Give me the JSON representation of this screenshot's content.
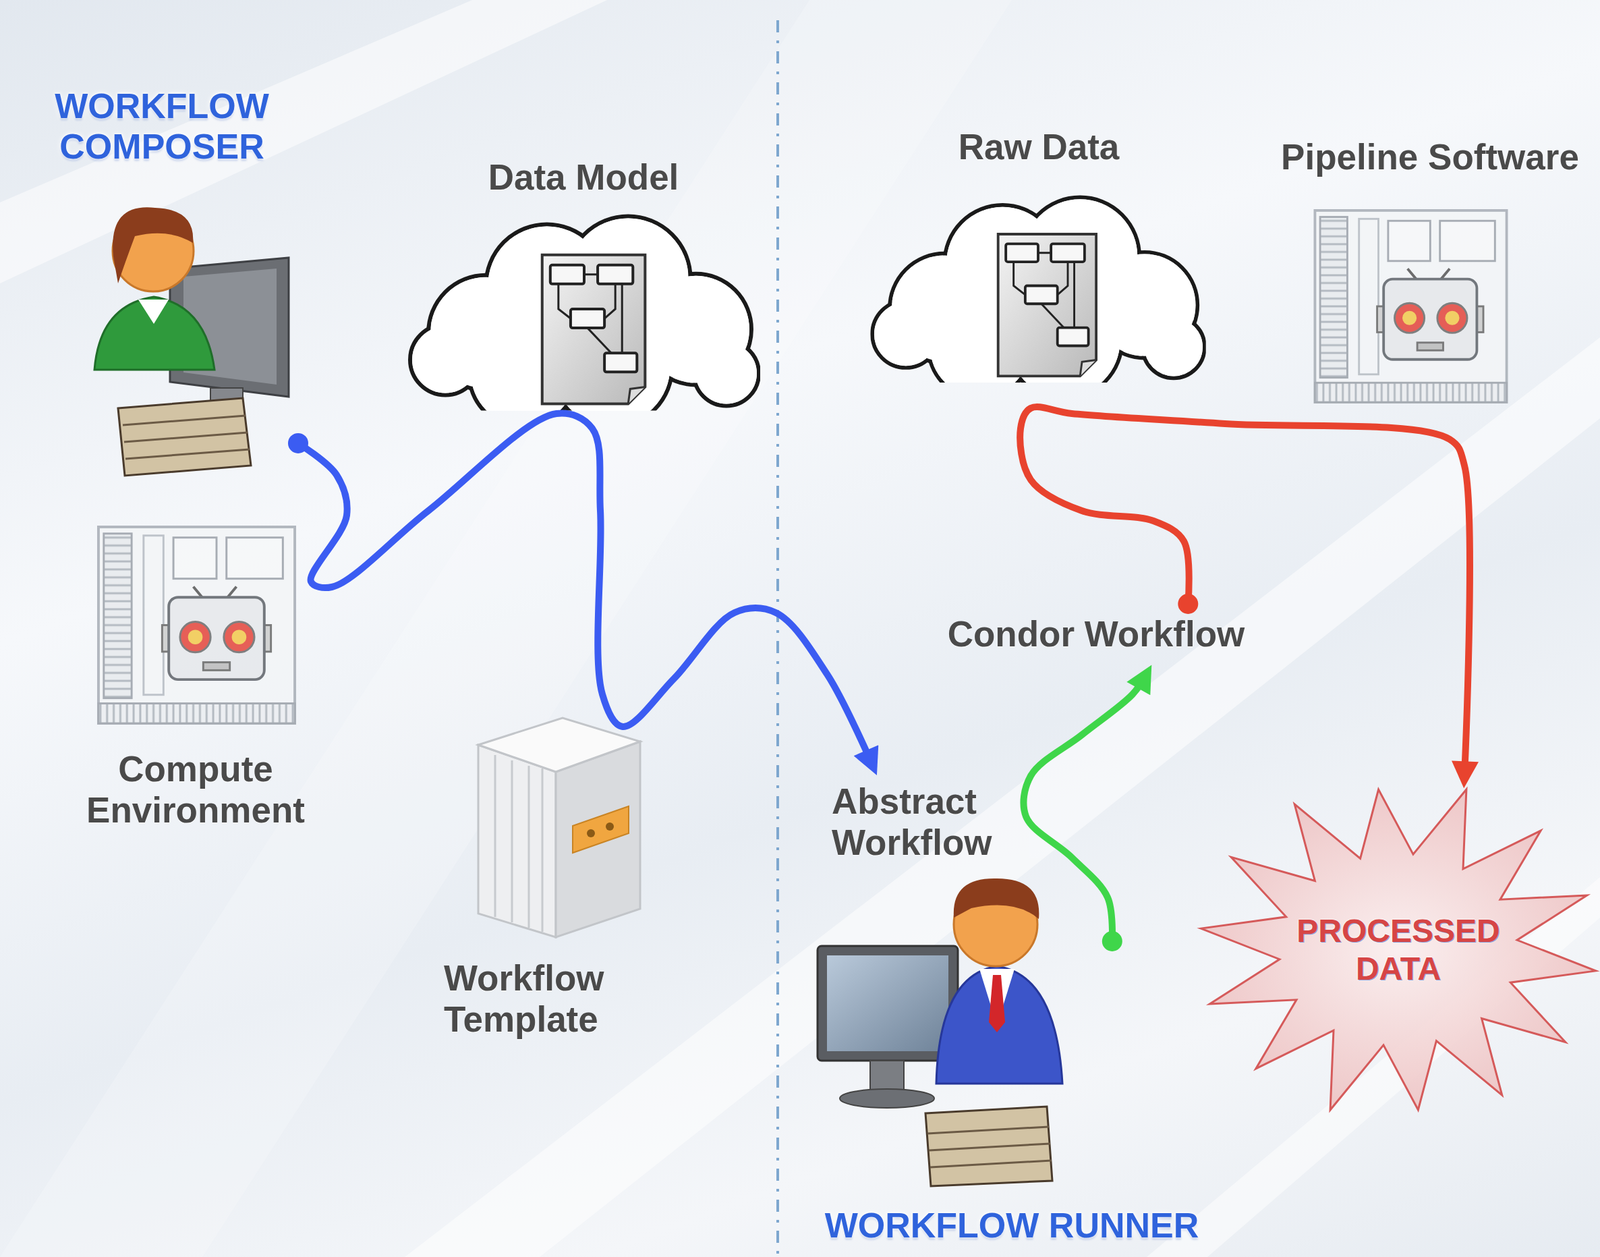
{
  "diagram": {
    "nodes": [
      {
        "text": [
          "WORKFLOW COMPOSER"
        ]
      },
      {
        "text": [
          "Data Model"
        ]
      },
      {
        "text": [
          "Compute Environment"
        ]
      },
      {
        "text": [
          "Workflow Template"
        ]
      },
      {
        "text": [
          "Abstract Workflow"
        ]
      },
      {
        "text": [
          "Raw Data"
        ]
      },
      {
        "text": [
          "Pipeline Software"
        ]
      },
      {
        "text": [
          "Condor Workflow"
        ]
      },
      {
        "text": [
          "WORKFLOW RUNNER"
        ]
      },
      {
        "text": [
          "PROCESSED DATA"
        ]
      }
    ],
    "edges": [
      {
        "from": 0,
        "to": 4,
        "arrow": "to"
      },
      {
        "from": 8,
        "to": 7,
        "arrow": "to"
      },
      {
        "from": 7,
        "to": 9,
        "arrow": "to"
      }
    ]
  }
}
